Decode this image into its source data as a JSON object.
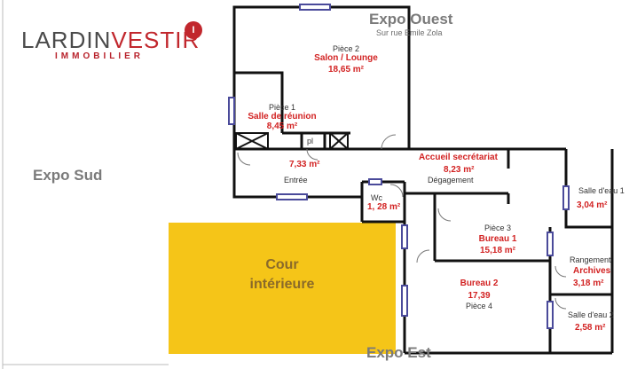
{
  "logo": {
    "part1": "LARDIN",
    "part2": "VESTIR",
    "sub": "IMMOBILIER",
    "badge": "I",
    "colors": {
      "part1": "#4a4a4a",
      "part2": "#c1272d"
    }
  },
  "expositions": {
    "ouest": "Expo Ouest",
    "ouest_sub": "Sur rue Emile Zola",
    "sud": "Expo Sud",
    "est": "Expo Est"
  },
  "rooms": {
    "piece2": {
      "name": "Pièce 2",
      "func": "Salon / Lounge",
      "area": "18,65 m²"
    },
    "piece1": {
      "name": "Pièce 1",
      "func": "Salle de réunion",
      "area": "8,45 m²"
    },
    "pl": {
      "name": "pl"
    },
    "entree": {
      "name": "Entrée",
      "area": "7,33 m²"
    },
    "accueil": {
      "func": "Accueil secrétariat",
      "area": "8,23 m²",
      "name": "Dégagement"
    },
    "wc": {
      "name": "Wc",
      "area": "1, 28 m²"
    },
    "sdeau1": {
      "name": "Salle d'eau 1",
      "area": "3,04 m²"
    },
    "piece3": {
      "name": "Pièce 3",
      "func": "Bureau 1",
      "area": "15,18 m²"
    },
    "rangement": {
      "name": "Rangement",
      "func": "Archives",
      "area": "3,18 m²"
    },
    "piece4": {
      "func": "Bureau 2",
      "area": "17,39",
      "name": "Pièce 4"
    },
    "sdeau2": {
      "name": "Salle d'eau 2",
      "area": "2,58 m²"
    }
  },
  "cour": {
    "line1": "Cour",
    "line2": "intérieure",
    "color": "#f5c518"
  },
  "colors": {
    "wall": "#111111",
    "window": "#4a4a9a",
    "area_text": "#d22222",
    "expo_text": "#7a7a7a"
  }
}
